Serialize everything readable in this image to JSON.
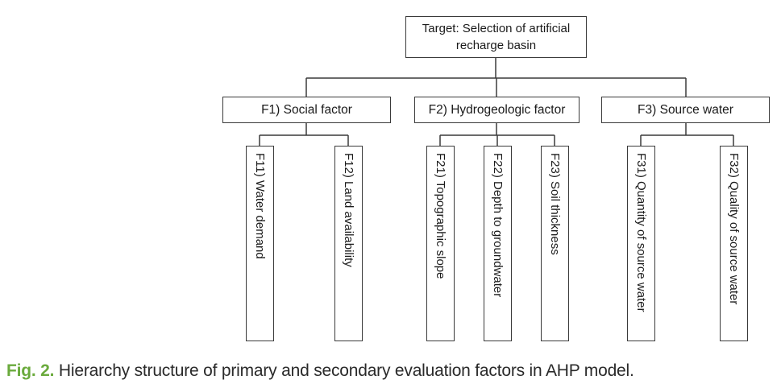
{
  "diagram": {
    "target": "Target: Selection of artificial recharge basin",
    "factors": [
      {
        "label": "F1) Social factor",
        "subs": [
          "F11) Water demand",
          "F12) Land availability"
        ]
      },
      {
        "label": "F2) Hydrogeologic factor",
        "subs": [
          "F21) Topographic slope",
          "F22) Depth to groundwater",
          "F23) Soil thickness"
        ]
      },
      {
        "label": "F3) Source water",
        "subs": [
          "F31) Quantity of source water",
          "F32) Quality of source water"
        ]
      }
    ]
  },
  "caption": {
    "label": "Fig. 2.",
    "text": " Hierarchy structure of primary and secondary evaluation factors in AHP model."
  },
  "colors": {
    "caption_label": "#6aaa3c",
    "line": "#3a3a3a"
  }
}
